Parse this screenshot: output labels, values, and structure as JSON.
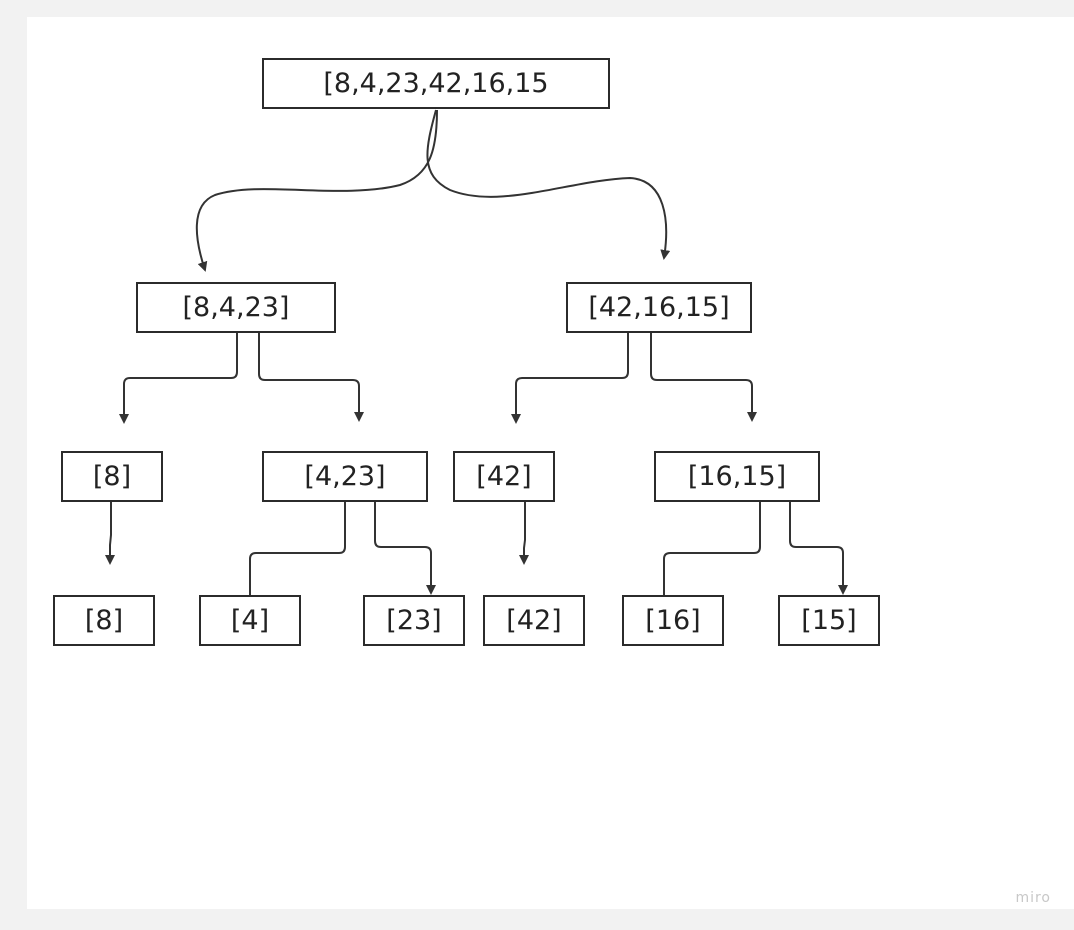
{
  "diagram": {
    "nodes": {
      "root": "[8,4,23,42,16,15",
      "left": "[8,4,23]",
      "right": "[42,16,15]",
      "l_a": "[8]",
      "l_b": "[4,23]",
      "r_a": "[42]",
      "r_b": "[16,15]",
      "leaf_8": "[8]",
      "leaf_4": "[4]",
      "leaf_23": "[23]",
      "leaf_42": "[42]",
      "leaf_16": "[16]",
      "leaf_15": "[15]"
    },
    "line_color": "#333333"
  },
  "branding": {
    "watermark": "miro"
  }
}
